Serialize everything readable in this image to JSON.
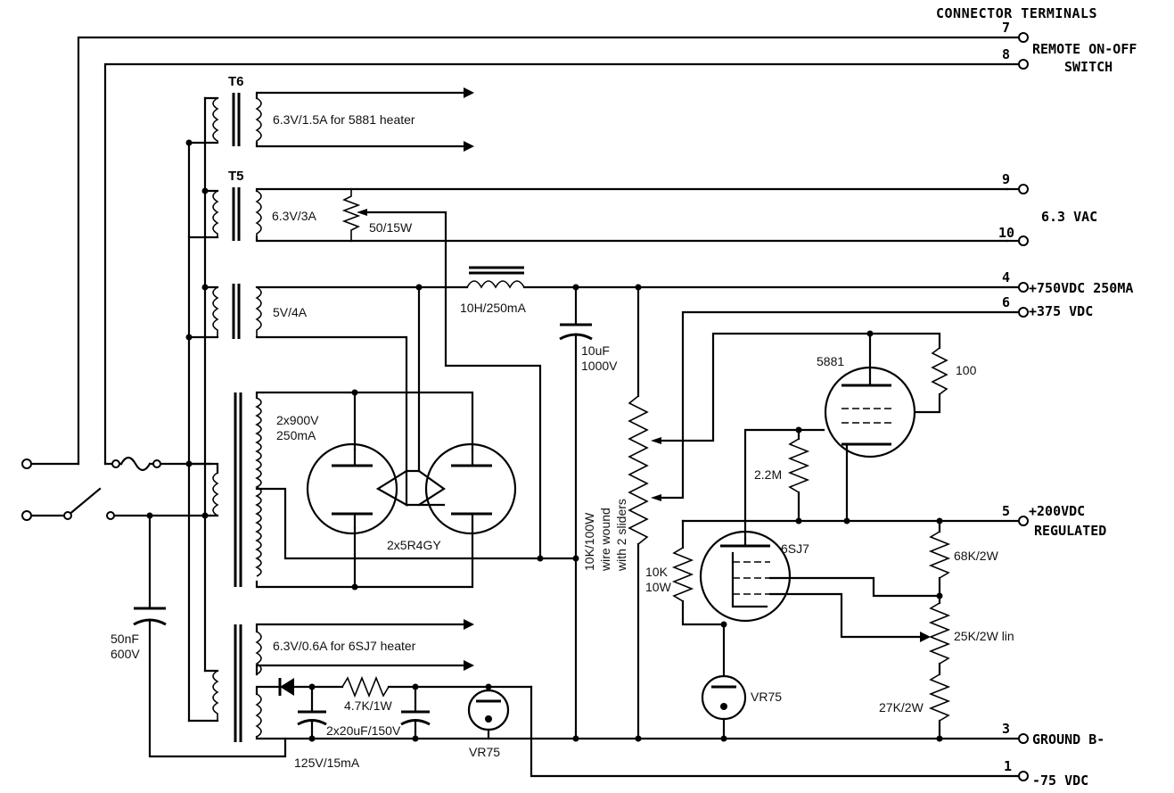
{
  "header": {
    "connector_terminals": "CONNECTOR TERMINALS"
  },
  "terminals": {
    "t7": "7",
    "t8": "8",
    "t9": "9",
    "t10": "10",
    "t4": "4",
    "t6": "6",
    "t5": "5",
    "t3": "3",
    "t1": "1"
  },
  "rails": {
    "remote_1": "REMOTE  ON-OFF",
    "remote_2": "SWITCH",
    "vac": "6.3  VAC",
    "v750": "+750VDC 250MA",
    "v375": "+375 VDC",
    "v200_1": "+200VDC",
    "v200_2": "REGULATED",
    "ground": "GROUND B-",
    "neg75": "-75 VDC"
  },
  "transformers": {
    "t6_name": "T6",
    "t6_label": "6.3V/1.5A for 5881 heater",
    "t5_name": "T5",
    "t5_label": "6.3V/3A",
    "rect_heater": "5V/4A",
    "hv_1": "2x900V",
    "hv_2": "250mA",
    "sj7_heater": "6.3V/0.6A for 6SJ7 heater",
    "bias_sec": "125V/15mA"
  },
  "components": {
    "pot_50": "50/15W",
    "choke": "10H/250mA",
    "cap_10u_1": "10uF",
    "cap_10u_2": "1000V",
    "rectifier": "2x5R4GY",
    "divider_1": "10K/100W",
    "divider_2": "wire wound",
    "divider_3": "with 2 sliders",
    "r10k_1": "10K",
    "r10k_2": "10W",
    "tube_5881": "5881",
    "r100": "100",
    "r22m": "2.2M",
    "tube_6sj7": "6SJ7",
    "r68k": "68K/2W",
    "r25k": "25K/2W lin",
    "r27k": "27K/2W",
    "vr75_main": "VR75",
    "vr75_bias": "VR75",
    "cap_50n_1": "50nF",
    "cap_50n_2": "600V",
    "r47k": "4.7K/1W",
    "cap_2x20": "2x20uF/150V"
  }
}
